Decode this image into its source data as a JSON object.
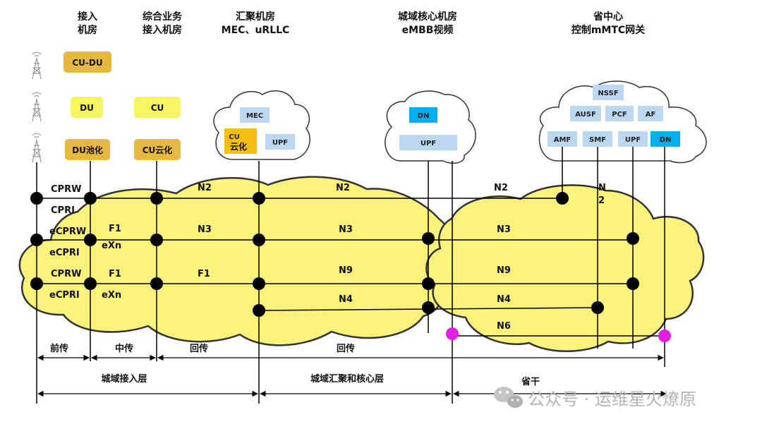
{
  "headers": {
    "access_room_1": "接入",
    "access_room_2": "机房",
    "multi_service_1": "综合业务",
    "multi_service_2": "接入机房",
    "aggregation_1": "汇聚机房",
    "aggregation_2": "MEC、uRLLC",
    "metro_core_1": "城域核心机房",
    "metro_core_2": "eMBB视频",
    "province_1": "省中心",
    "province_2": "控制mMTC网关"
  },
  "boxes": {
    "cu_du": "CU-DU",
    "du": "DU",
    "du_pool": "DU池化",
    "cu": "CU",
    "cu_cloud": "CU云化",
    "mec": "MEC",
    "upf_agg": "UPF",
    "cu_cloud_agg_1": "CU",
    "cu_cloud_agg_2": "云化",
    "dn_metro": "DN",
    "upf_metro": "UPF",
    "nssf": "NSSF",
    "ausf": "AUSF",
    "pcf": "PCF",
    "af": "AF",
    "amf": "AMF",
    "smf": "SMF",
    "upf_prov": "UPF",
    "dn_prov": "DN"
  },
  "links": {
    "cprw1": "CPRW",
    "cpri": "CPRI",
    "ecprw": "eCPRW",
    "ecpri1": "eCPRI",
    "cprw2": "CPRW",
    "ecpri2": "eCPRI",
    "f1_a": "F1",
    "exn_a": "eXn",
    "f1_b": "F1",
    "exn_b": "eXn",
    "f1_c": "F1",
    "n2_a": "N2",
    "n2_b": "N2",
    "n2_c": "N2",
    "n2_d1": "N",
    "n2_d2": "2",
    "n3_a": "N3",
    "n3_b": "N3",
    "n3_c": "N3",
    "n9_a": "N9",
    "n9_b": "N9",
    "n4_a": "N4",
    "n4_b": "N4",
    "n6": "N6"
  },
  "layers": {
    "fronthaul": "前传",
    "midhaul": "中传",
    "backhaul_1": "回传",
    "backhaul_2": "回传",
    "metro_access": "城域接入层",
    "metro_agg_core": "城域汇聚和核心层",
    "province_trunk": "省干"
  },
  "watermark": "公众号 · 运维星火燎原",
  "colors": {
    "cloud_yellow": "#faf27a",
    "box_orange": "#e6b840",
    "box_yellow": "#f5f562",
    "box_gold": "#f5be10",
    "nf_light_blue": "#bcd7f0",
    "nf_cyan": "#00b0f0",
    "node_black": "#000000",
    "node_magenta": "#e020e0"
  },
  "icons": [
    "tower-icon",
    "wechat-icon"
  ]
}
